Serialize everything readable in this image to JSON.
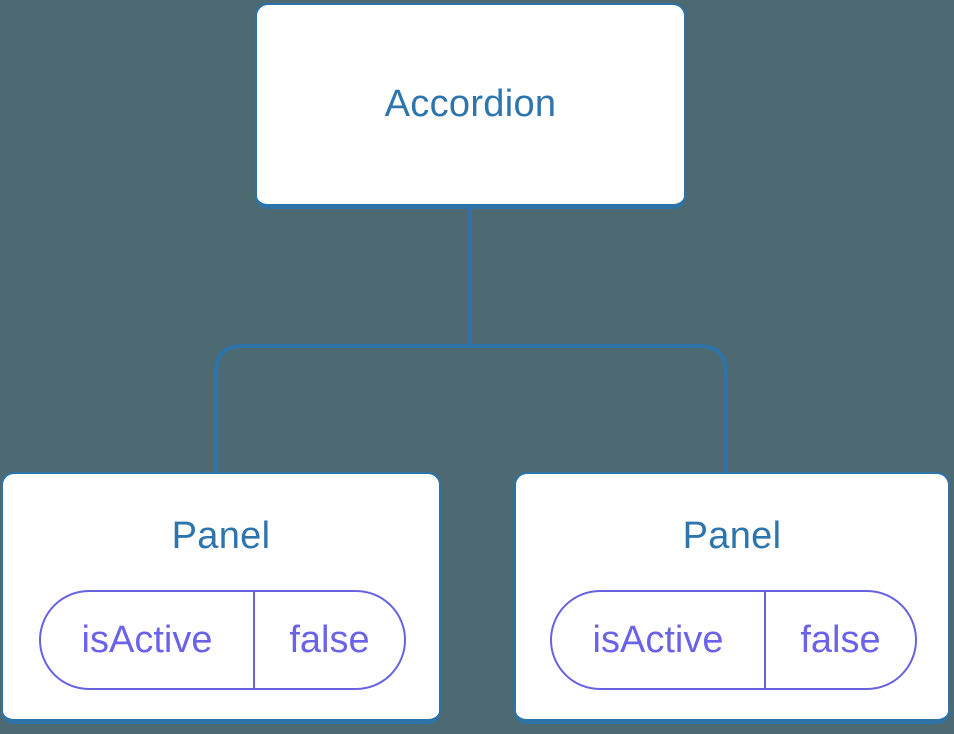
{
  "diagram": {
    "type": "component-tree",
    "root": {
      "label": "Accordion"
    },
    "children": [
      {
        "label": "Panel",
        "state": {
          "key": "isActive",
          "value": "false"
        }
      },
      {
        "label": "Panel",
        "state": {
          "key": "isActive",
          "value": "false"
        }
      }
    ]
  },
  "colors": {
    "background": "#4D6972",
    "node_fill": "#FFFFFF",
    "node_border": "#2D73A8",
    "node_text": "#2E75AD",
    "connector": "#2D73A8",
    "state_accent": "#6762E2",
    "state_text": "#6A63E8"
  }
}
